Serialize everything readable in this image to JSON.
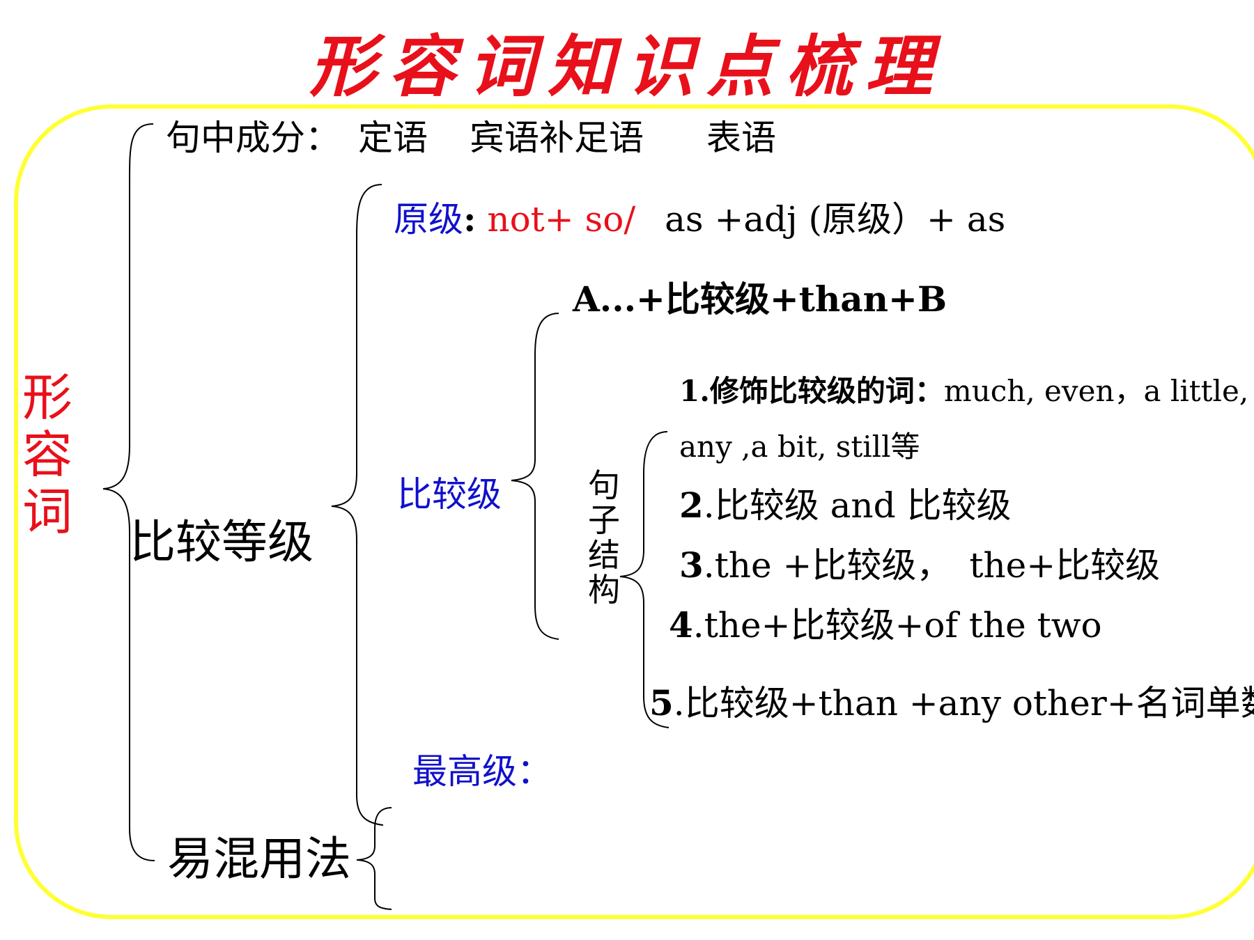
{
  "title": "形容词知识点梳理",
  "root": "形容词",
  "roles": {
    "label": "句中成分：",
    "items": [
      "定语",
      "宾语补足语",
      "表语"
    ]
  },
  "comparison": {
    "label": "比较等级",
    "positive": {
      "label": "原级",
      "colon": ":",
      "pattern_red": "not+ so/",
      "pattern": "as +adj (原级）+ as"
    },
    "comparative": {
      "label": "比较级",
      "basic": "A...+比较级+than+B",
      "structures_label": "句子结构",
      "items": [
        {
          "num": "1.",
          "text": "修饰比较级的词：",
          "words": "much, even，a little, far"
        },
        {
          "num": "",
          "text": "",
          "words": "any ,a bit, still等"
        },
        {
          "num": "2",
          "text": ".比较级 and 比较级",
          "words": ""
        },
        {
          "num": "3",
          "text": ".the +比较级，",
          "words": "the+比较级"
        },
        {
          "num": "4",
          "text": ".the+比较级+of the two",
          "words": ""
        },
        {
          "num": "5",
          "text": ".比较级+than +any other+名词单数",
          "words": ""
        }
      ]
    },
    "superlative": {
      "label": "最高级："
    }
  },
  "confusing": {
    "label": "易混用法"
  },
  "colors": {
    "title": "#e8101a",
    "frame": "#ffff33",
    "accent_blue": "#1010cc",
    "text": "#000000"
  }
}
